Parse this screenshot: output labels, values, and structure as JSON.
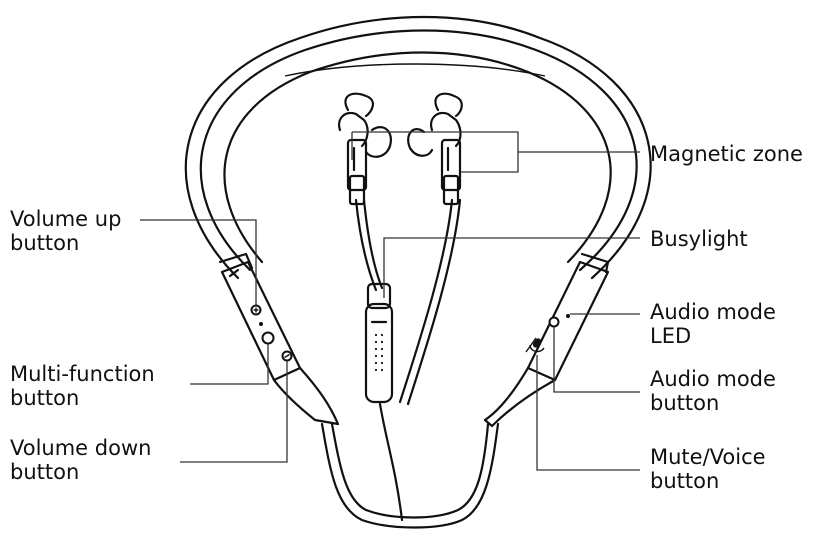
{
  "labels": {
    "magnetic_zone": "Magnetic zone",
    "busylight": "Busylight",
    "volume_up": [
      "Volume up",
      "button"
    ],
    "audio_mode_led": [
      "Audio mode",
      "LED"
    ],
    "multi_function": [
      "Multi-function",
      "button"
    ],
    "audio_mode_button": [
      "Audio mode",
      "button"
    ],
    "volume_down": [
      "Volume down",
      "button"
    ],
    "mute_voice": [
      "Mute/Voice",
      "button"
    ]
  },
  "icons": {
    "volume_up": "plus-circle",
    "volume_down": "minus-circle",
    "multi_function": "ring-button",
    "mute_voice": "microphone",
    "audio_mode": "circle-button"
  }
}
